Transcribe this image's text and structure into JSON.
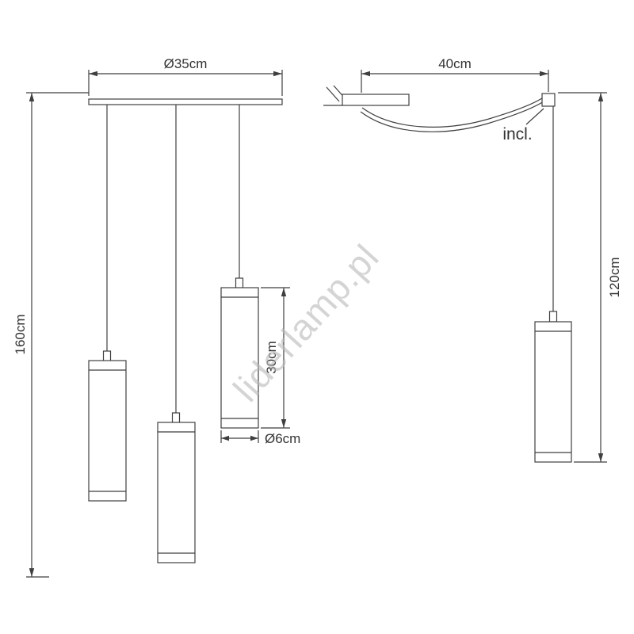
{
  "watermark": "liderlamp.pl",
  "left_view": {
    "canopy_width_label": "Ø35cm",
    "total_height_label": "160cm",
    "shade_height_label": "30cm",
    "shade_diameter_label": "Ø6cm"
  },
  "right_view": {
    "swag_width_label": "40cm",
    "drop_height_label": "120cm",
    "included_label": "incl."
  },
  "colors": {
    "line": "#3f3f3f",
    "background": "#ffffff",
    "watermark": "#b9b9b9",
    "label_text": "#333333"
  }
}
